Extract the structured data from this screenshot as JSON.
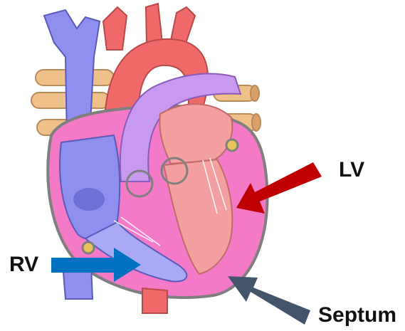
{
  "labels": {
    "lv": "LV",
    "rv": "RV",
    "septum": "Septum"
  },
  "colors": {
    "lv_arrow": "#c00000",
    "rv_arrow": "#0070c0",
    "septum_arrow": "#44546a",
    "deoxygenated": "#8f8ff0",
    "oxygenated": "#f06a6a",
    "pulmonary": "#c79af0",
    "myocardium": "#f47ac8",
    "outline": "#7f7f7f"
  }
}
